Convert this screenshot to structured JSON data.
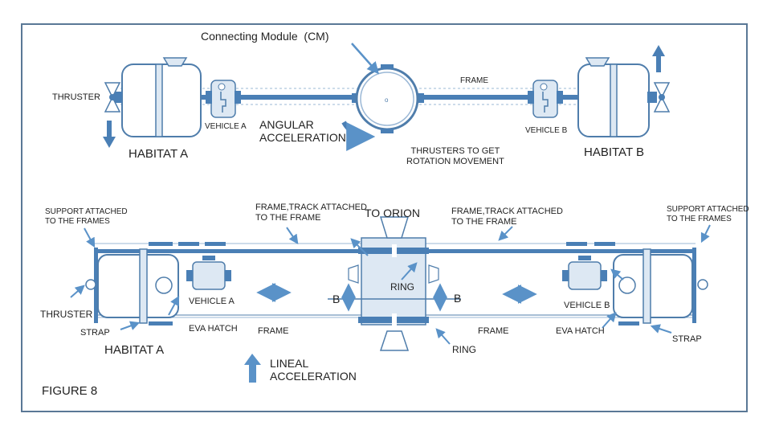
{
  "top": {
    "connecting_module": "Connecting Module  (CM)",
    "frame": "FRAME",
    "thruster": "THRUSTER",
    "vehicle_a": "VEHICLE A",
    "angular_acceleration": "ANGULAR\nACCELERATION",
    "vehicle_b": "VEHICLE B",
    "habitat_a": "HABITAT A",
    "thrusters_rotation": "THRUSTERS TO GET\nROTATION MOVEMENT",
    "habitat_b": "HABITAT B",
    "cm_mark": "o"
  },
  "bottom": {
    "support_left": "SUPPORT ATTACHED\nTO THE FRAMES",
    "frame_track_left": "FRAME,TRACK ATTACHED\nTO THE FRAME",
    "to_orion": "TO ORION",
    "frame_track_right": "FRAME,TRACK ATTACHED\nTO THE FRAME",
    "support_right": "SUPPORT ATTACHED\nTO THE FRAMES",
    "ring_top": "RING",
    "b_left": "B",
    "b_right": "B",
    "vehicle_a": "VEHICLE A",
    "vehicle_b": "VEHICLE B",
    "thruster": "THRUSTER",
    "strap_left": "STRAP",
    "eva_hatch_left": "EVA HATCH",
    "frame_left": "FRAME",
    "frame_right": "FRAME",
    "eva_hatch_right": "EVA HATCH",
    "strap_right": "STRAP",
    "habitat_a": "HABITAT A",
    "ring_bottom": "RING",
    "lineal_acceleration": "LINEAL\nACCELERATION"
  },
  "figure_label": "FIGURE 8",
  "colors": {
    "outline": "#4f7dab",
    "fill_dark": "#4a7fb5",
    "fill_light": "#dde8f3",
    "arrow": "#5a92c8",
    "frame_border": "#5a7896"
  }
}
